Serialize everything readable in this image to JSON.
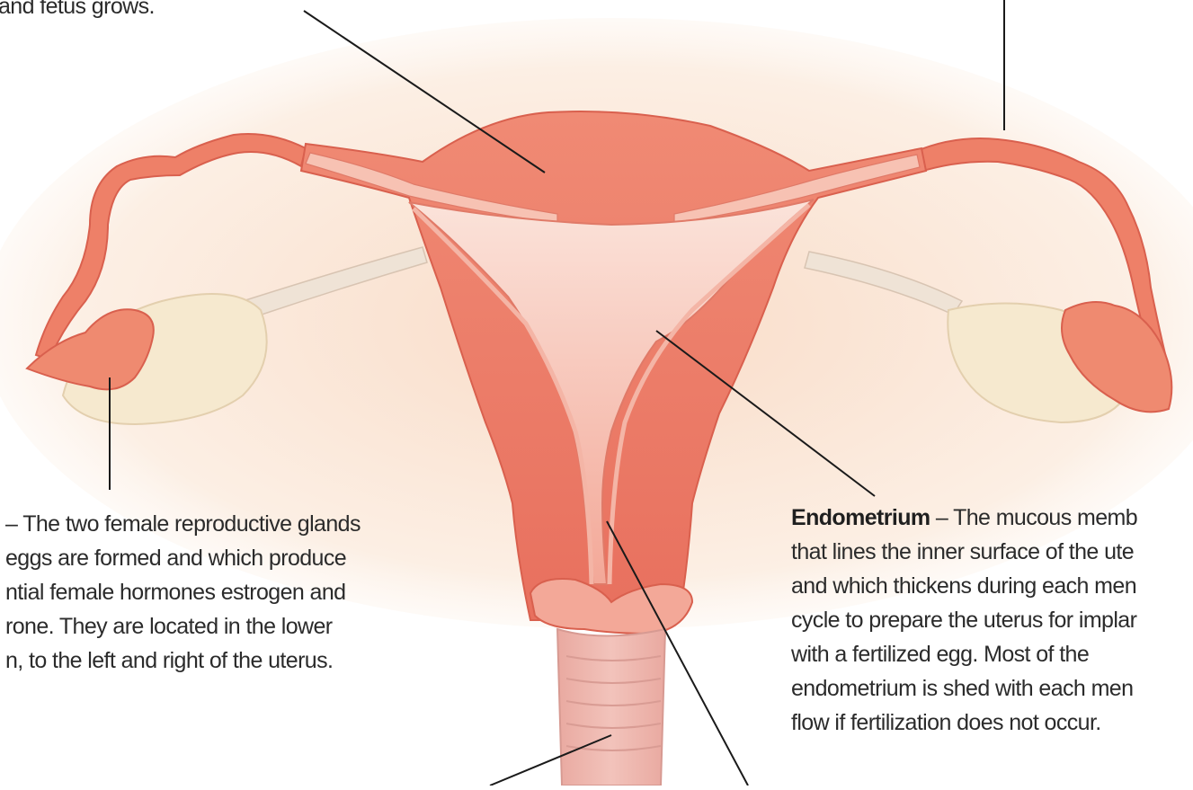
{
  "top_left_fragment": "and fetus grows.",
  "ovary_label": {
    "lines": [
      "– The two female reproductive glands",
      "eggs are formed and which produce",
      "ntial female hormones estrogen and",
      "rone. They are located in the lower",
      "n, to the left and right of the uterus."
    ]
  },
  "endometrium_label": {
    "term": "Endometrium",
    "first_line_rest": " – The mucous memb",
    "lines": [
      "that lines the inner surface of the ute",
      "and which thickens during each men",
      "cycle to prepare the uterus for implar",
      "with a fertilized egg. Most of the",
      "endometrium is shed with each men",
      "flow if fertilization does not occur."
    ]
  },
  "colors": {
    "uterus": "#ee7f6c",
    "uterus_dark": "#d9574a",
    "cavity": "#f7c8bd",
    "ovary": "#f5e6c8",
    "background_glow": "#fbe6d8",
    "leader_line": "#1a1a1a"
  }
}
